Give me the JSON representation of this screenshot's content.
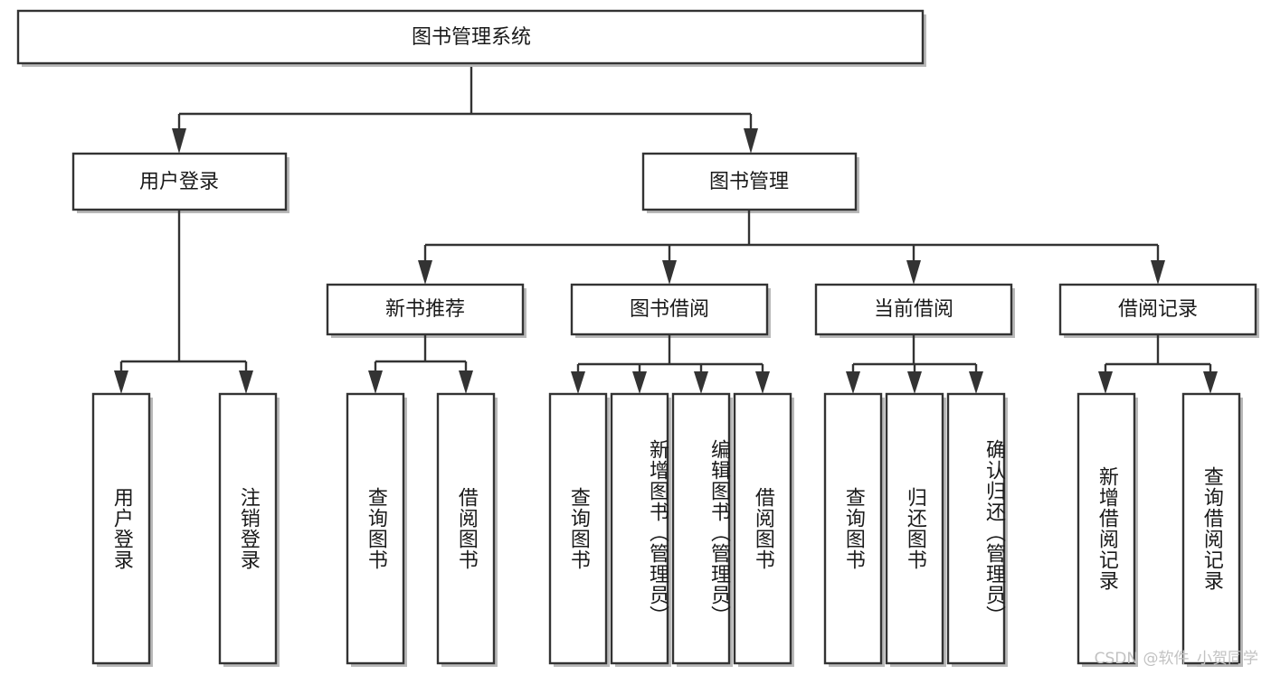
{
  "diagram": {
    "type": "tree-hierarchy",
    "title": "图书管理系统",
    "orientation": "top-down",
    "colors": {
      "box_fill": "#ffffff",
      "box_stroke": "#333333",
      "connector": "#333333",
      "text": "#1a1a1a",
      "watermark": "#c2c2c2",
      "background": "#ffffff"
    },
    "root": {
      "label": "图书管理系统"
    },
    "level2": [
      {
        "label": "用户登录"
      },
      {
        "label": "图书管理"
      }
    ],
    "level3": [
      {
        "label": "新书推荐"
      },
      {
        "label": "图书借阅"
      },
      {
        "label": "当前借阅"
      },
      {
        "label": "借阅记录"
      }
    ],
    "leaves": {
      "user_login": [
        "用户登录",
        "注销登录"
      ],
      "new_book_recommend": [
        "查询图书",
        "借阅图书"
      ],
      "book_borrow": [
        "查询图书",
        "新增图书（管理员）",
        "编辑图书（管理员）",
        "借阅图书"
      ],
      "current_borrow": [
        "查询图书",
        "归还图书",
        "确认归还（管理员）"
      ],
      "borrow_record": [
        "新增借阅记录",
        "查询借阅记录"
      ]
    }
  },
  "watermark": {
    "text": "CSDN @软件_小贺同学"
  }
}
